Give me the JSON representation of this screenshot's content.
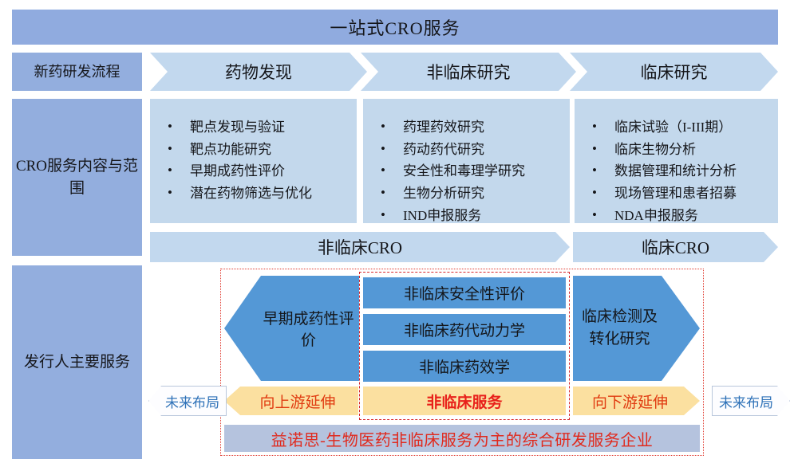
{
  "top_banner": {
    "title": "一站式CRO服务"
  },
  "rail": {
    "process": "新药研发流程",
    "scope": "CRO服务内容与范围",
    "issuer": "发行人主要服务"
  },
  "process_row": {
    "discovery": "药物发现",
    "nonclinical": "非临床研究",
    "clinical": "临床研究"
  },
  "scope_row": {
    "discovery": [
      "靶点发现与验证",
      "靶点功能研究",
      "早期成药性评价",
      "潜在药物筛选与优化"
    ],
    "nonclinical": [
      "药理药效研究",
      "药动药代研究",
      "安全性和毒理学研究",
      "生物分析研究",
      "IND申报服务"
    ],
    "clinical": [
      "临床试验（I-III期）",
      "临床生物分析",
      "数据管理和统计分析",
      "现场管理和患者招募",
      "NDA申报服务"
    ]
  },
  "cro_band": {
    "nonclinical": "非临床CRO",
    "clinical": "临床CRO"
  },
  "issuer_row": {
    "arrow_early": "早期成药性评价",
    "mid_bars": [
      "非临床安全性评价",
      "非临床药代动力学",
      "非临床药效学"
    ],
    "arrow_clinical_line1": "临床检测及",
    "arrow_clinical_line2": "转化研究",
    "yellow_up": "向上游延伸",
    "yellow_mid": "非临床服务",
    "yellow_down": "向下游延伸",
    "future_left": "未来布局",
    "future_right": "未来布局"
  },
  "summary_bar": {
    "text": "益诺思-生物医药非临床服务为主的综合研发服务企业"
  },
  "colors": {
    "banner_blue": "#90abdf",
    "rail_blue": "#93aede",
    "light_blue": "#c3d8ec",
    "chevron_blue": "#c2d8ee",
    "medium_blue": "#5498d6",
    "yellow": "#fbe0a0",
    "red_text": "#e02a1e",
    "dotted_red": "#e03a2f",
    "dashed_red": "#d8262a",
    "summary_bg": "#b5c3de",
    "future_text": "#2f72b8"
  }
}
